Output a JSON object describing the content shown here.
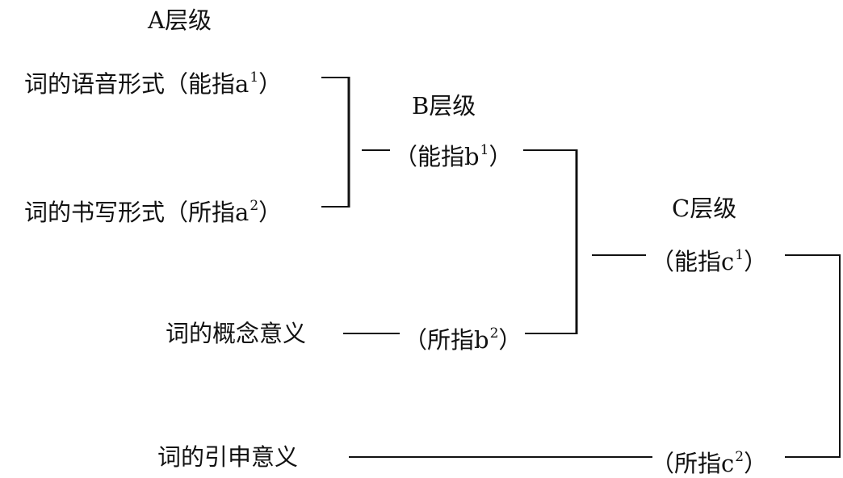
{
  "levels": {
    "a": "A层级",
    "b": "B层级",
    "c": "C层级"
  },
  "level_a": {
    "top_text": "词的语音形式",
    "top_paren": "（能指a",
    "top_sup": "1",
    "top_close": "）",
    "bottom_text": "词的书写形式",
    "bottom_paren": "（所指a",
    "bottom_sup": "2",
    "bottom_close": "）"
  },
  "level_b": {
    "top_paren": "（能指b",
    "top_sup": "1",
    "top_close": "）",
    "bottom_text": "词的概念意义",
    "bottom_paren": "（所指b",
    "bottom_sup": "2",
    "bottom_close": "）"
  },
  "level_c": {
    "top_paren": "（能指c",
    "top_sup": "1",
    "top_close": "）",
    "bottom_text": "词的引申意义",
    "bottom_paren": "（所指c",
    "bottom_sup": "2",
    "bottom_close": "）"
  }
}
